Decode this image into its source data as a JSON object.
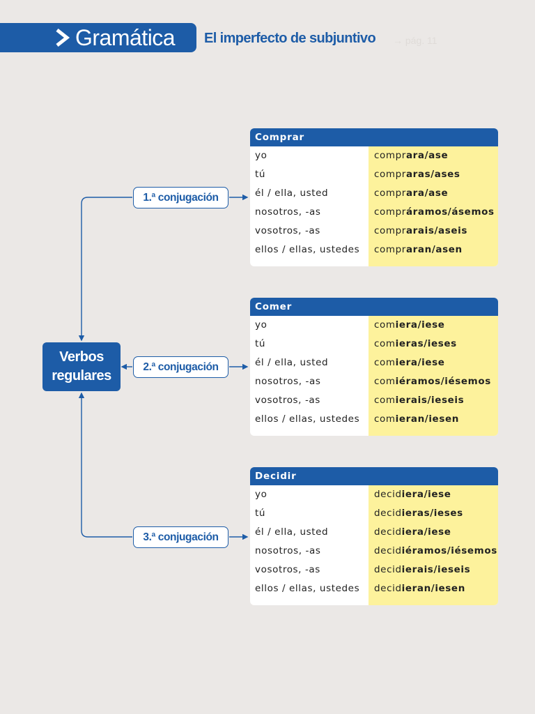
{
  "header": {
    "section": "Gramática",
    "topic": "El imperfecto de subjuntivo",
    "ghost": "→ pág. 11"
  },
  "diagram": {
    "root": {
      "line1": "Verbos",
      "line2": "regulares"
    },
    "branches": [
      {
        "label": "1.ª conjugación",
        "verb": "Comprar",
        "rows": [
          {
            "pronoun": "yo",
            "stem": "compr",
            "ending": "ara/ase"
          },
          {
            "pronoun": "tú",
            "stem": "compr",
            "ending": "aras/ases"
          },
          {
            "pronoun": "él / ella, usted",
            "stem": "compr",
            "ending": "ara/ase"
          },
          {
            "pronoun": "nosotros, -as",
            "stem": "compr",
            "ending": "áramos/ásemos"
          },
          {
            "pronoun": "vosotros, -as",
            "stem": "compr",
            "ending": "arais/aseis"
          },
          {
            "pronoun": "ellos / ellas, ustedes",
            "stem": "compr",
            "ending": "aran/asen"
          }
        ]
      },
      {
        "label": "2.ª conjugación",
        "verb": "Comer",
        "rows": [
          {
            "pronoun": "yo",
            "stem": "com",
            "ending": "iera/iese"
          },
          {
            "pronoun": "tú",
            "stem": "com",
            "ending": "ieras/ieses"
          },
          {
            "pronoun": "él / ella, usted",
            "stem": "com",
            "ending": "iera/iese"
          },
          {
            "pronoun": "nosotros, -as",
            "stem": "com",
            "ending": "iéramos/iésemos"
          },
          {
            "pronoun": "vosotros, -as",
            "stem": "com",
            "ending": "ierais/ieseis"
          },
          {
            "pronoun": "ellos / ellas, ustedes",
            "stem": "com",
            "ending": "ieran/iesen"
          }
        ]
      },
      {
        "label": "3.ª conjugación",
        "verb": "Decidir",
        "rows": [
          {
            "pronoun": "yo",
            "stem": "decid",
            "ending": "iera/iese"
          },
          {
            "pronoun": "tú",
            "stem": "decid",
            "ending": "ieras/ieses"
          },
          {
            "pronoun": "él / ella, usted",
            "stem": "decid",
            "ending": "iera/iese"
          },
          {
            "pronoun": "nosotros, -as",
            "stem": "decid",
            "ending": "iéramos/iésemos"
          },
          {
            "pronoun": "vosotros, -as",
            "stem": "decid",
            "ending": "ierais/ieseis"
          },
          {
            "pronoun": "ellos / ellas, ustedes",
            "stem": "decid",
            "ending": "ieran/iesen"
          }
        ]
      }
    ]
  },
  "colors": {
    "brand_blue": "#1d5ca7",
    "ending_highlight": "#fdf29c",
    "page_bg": "#ebe8e6"
  }
}
